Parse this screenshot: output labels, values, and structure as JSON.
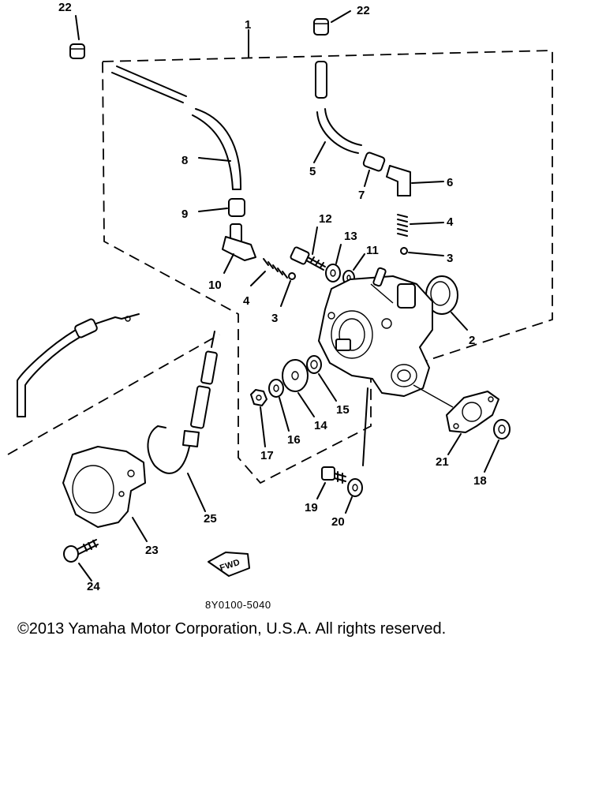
{
  "diagram": {
    "labels": {
      "l1": "1",
      "l2": "2",
      "l3a": "3",
      "l3b": "3",
      "l4a": "4",
      "l4b": "4",
      "l5": "5",
      "l6": "6",
      "l7": "7",
      "l8": "8",
      "l9": "9",
      "l10": "10",
      "l11": "11",
      "l12": "12",
      "l13": "13",
      "l14": "14",
      "l15": "15",
      "l16": "16",
      "l17": "17",
      "l18": "18",
      "l19": "19",
      "l20": "20",
      "l21": "21",
      "l22a": "22",
      "l22b": "22",
      "l23": "23",
      "l24": "24",
      "l25": "25"
    },
    "fwd_badge": "FWD",
    "drawing_code": "8Y0100-5040"
  },
  "footer": {
    "copyright": "©2013 Yamaha Motor Corporation, U.S.A. All rights reserved."
  }
}
